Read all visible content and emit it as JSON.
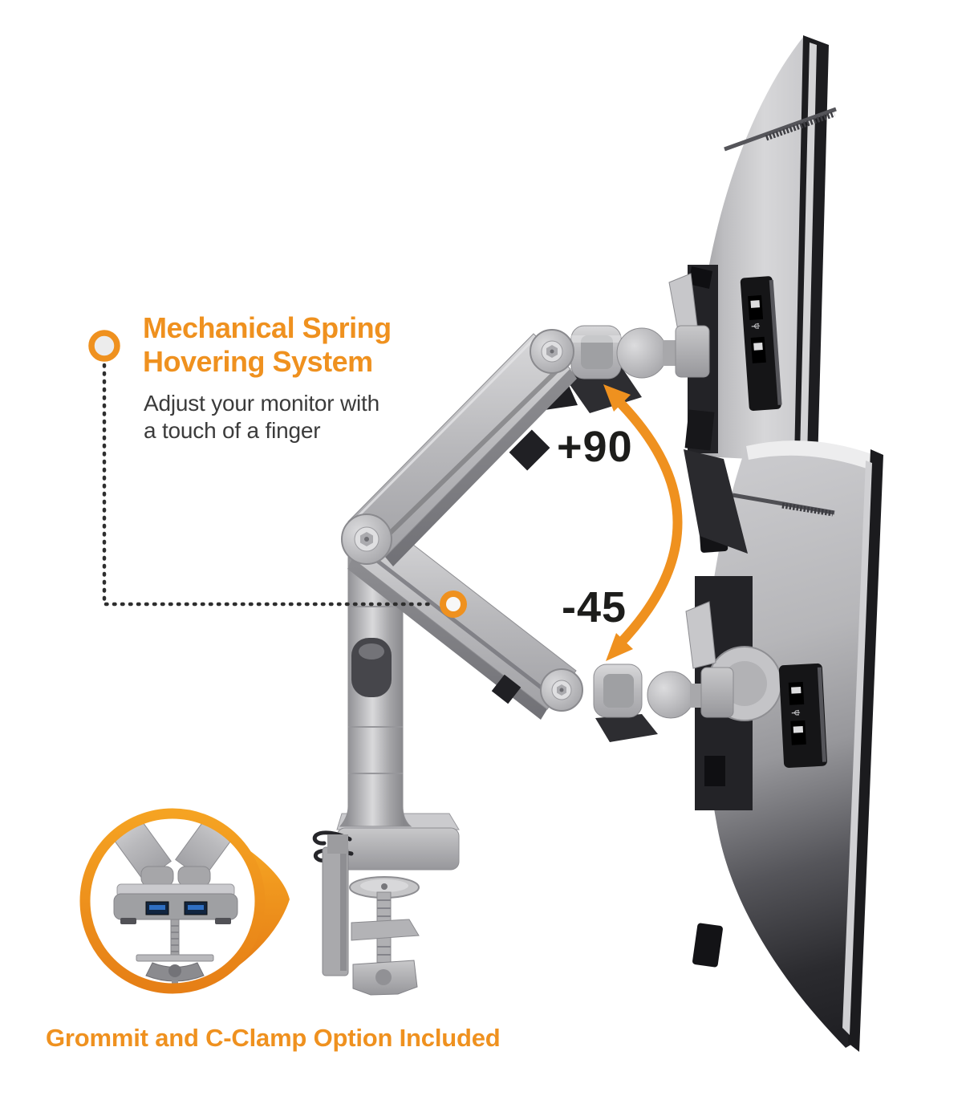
{
  "accent_color": "#EF911F",
  "feature": {
    "title_line1": "Mechanical Spring",
    "title_line2": "Hovering System",
    "description_line1": "Adjust your monitor with",
    "description_line2": "a touch of a finger"
  },
  "rotation": {
    "up_label": "+90",
    "down_label": "-45"
  },
  "footer": {
    "caption": "Grommit and C-Clamp Option Included"
  },
  "colors": {
    "accent_orange": "#EF911F",
    "angle_text": "#1d1d1b",
    "body_text": "#3b3b3b"
  },
  "icons": {
    "callout_ring": "orange-ring-marker",
    "feature_point": "orange-dot-marker",
    "rotation_arrow": "curved-double-headed-arrow",
    "inset_bubble": "orange-circle-with-pointer",
    "usb_ports": "usb-icon"
  }
}
